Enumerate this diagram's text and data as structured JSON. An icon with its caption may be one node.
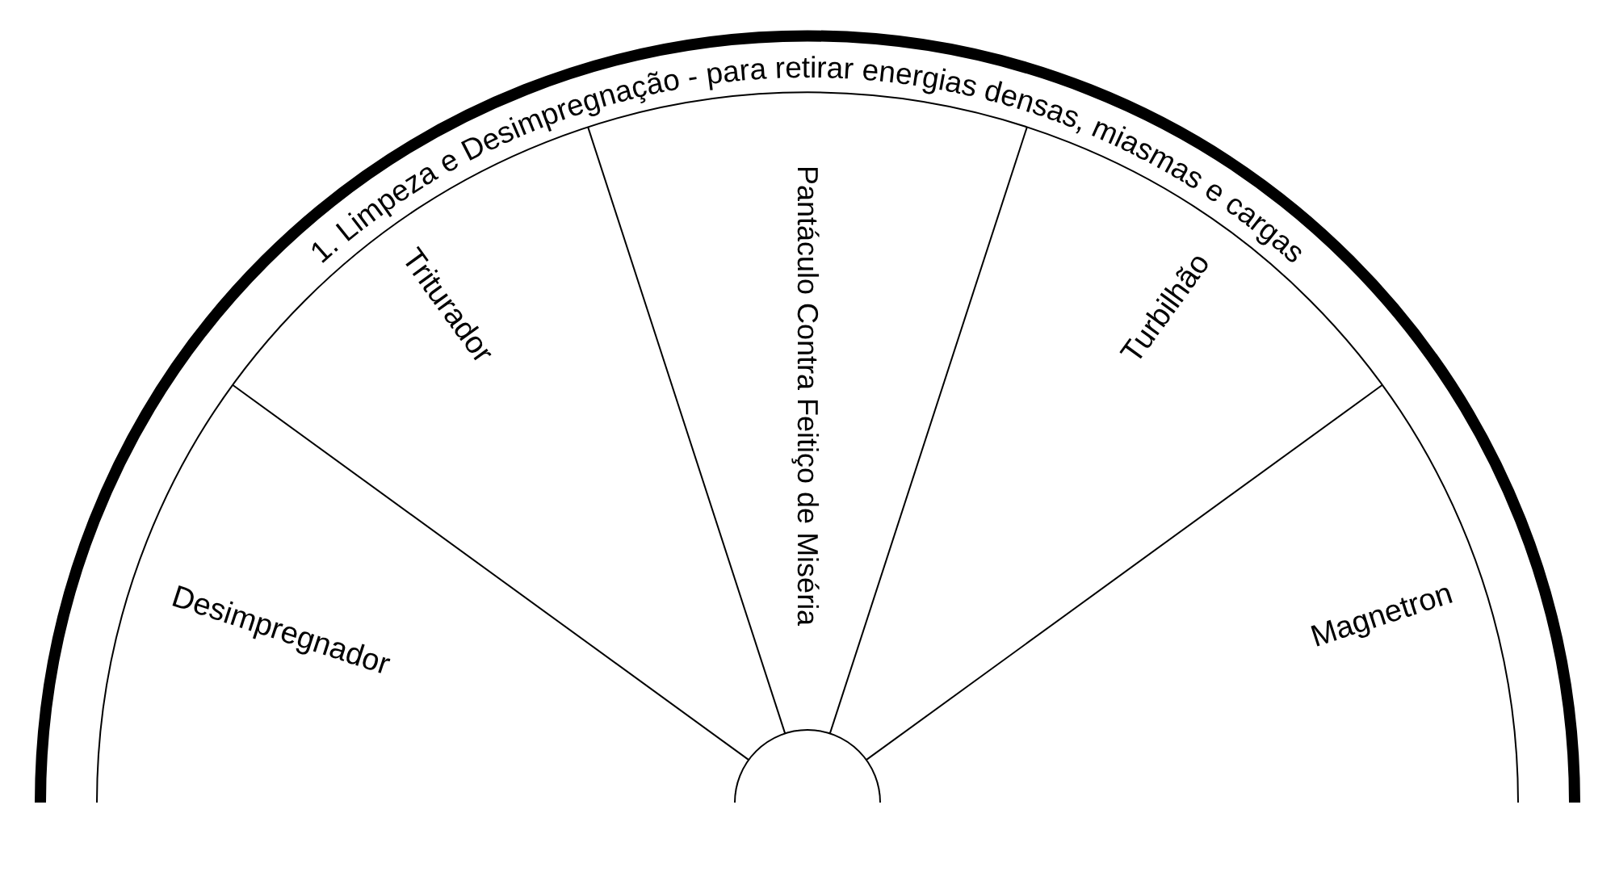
{
  "diagram": {
    "nodes": [
      {
        "text": [
          "1. Limpeza e Desimpregnação - para retirar energias densas, miasmas e cargas"
        ]
      },
      {
        "text": [
          "Desimpregnador"
        ]
      },
      {
        "text": [
          "Triturador"
        ]
      },
      {
        "text": [
          "Pantáculo Contra Feitiço de Miséria"
        ]
      },
      {
        "text": [
          "Turbilhão"
        ]
      },
      {
        "text": [
          "Magnetron"
        ]
      }
    ]
  }
}
